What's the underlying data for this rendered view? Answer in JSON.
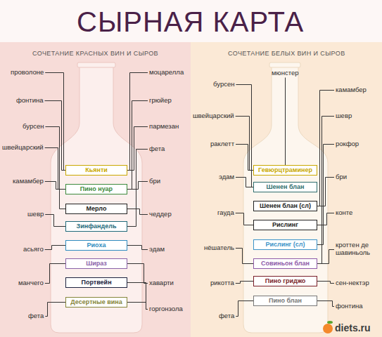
{
  "diagram": {
    "title": "СЫРНАЯ КАРТА",
    "nodes": [
      {
        "text": [
          "проволоне"
        ]
      },
      {
        "text": [
          "моцарелла"
        ]
      },
      {
        "text": [
          "фонтина"
        ]
      },
      {
        "text": [
          "грюйер"
        ]
      },
      {
        "text": [
          "бурсен"
        ]
      },
      {
        "text": [
          "пармезан"
        ]
      },
      {
        "text": [
          "швейцарский"
        ]
      },
      {
        "text": [
          "фета"
        ]
      },
      {
        "text": [
          "Кьянти"
        ]
      },
      {
        "text": [
          "Пино нуар"
        ]
      },
      {
        "text": [
          "Мерло"
        ]
      },
      {
        "text": [
          "Зинфандель"
        ]
      },
      {
        "text": [
          "Риоха"
        ]
      },
      {
        "text": [
          "Шираз"
        ]
      },
      {
        "text": [
          "Портвейн"
        ]
      },
      {
        "text": [
          "Десертные вина"
        ]
      },
      {
        "text": [
          "камамбер"
        ]
      },
      {
        "text": [
          "бри"
        ]
      },
      {
        "text": [
          "шевр"
        ]
      },
      {
        "text": [
          "чеддер"
        ]
      },
      {
        "text": [
          "асьяго"
        ]
      },
      {
        "text": [
          "эдам"
        ]
      },
      {
        "text": [
          "манчего"
        ]
      },
      {
        "text": [
          "хаварти"
        ]
      },
      {
        "text": [
          "фета"
        ]
      },
      {
        "text": [
          "горгонзола"
        ]
      },
      {
        "text": [
          "мюнстер"
        ]
      },
      {
        "text": [
          "бурсен"
        ]
      },
      {
        "text": [
          "камамбер"
        ]
      },
      {
        "text": [
          "швейцарский"
        ]
      },
      {
        "text": [
          "шевр"
        ]
      },
      {
        "text": [
          "раклетт"
        ]
      },
      {
        "text": [
          "рокфор"
        ]
      },
      {
        "text": [
          "Гевюрцтраминер"
        ]
      },
      {
        "text": [
          "Шенен блан"
        ]
      },
      {
        "text": [
          "Шенен блан (сл)"
        ]
      },
      {
        "text": [
          "Рислинг"
        ]
      },
      {
        "text": [
          "Рислинг (сл)"
        ]
      },
      {
        "text": [
          "Совиньон блан"
        ]
      },
      {
        "text": [
          "Пино гриджо"
        ]
      },
      {
        "text": [
          "Пино блан"
        ]
      },
      {
        "text": [
          "эдам"
        ]
      },
      {
        "text": [
          "бри"
        ]
      },
      {
        "text": [
          "гауда"
        ]
      },
      {
        "text": [
          "конте"
        ]
      },
      {
        "text": [
          "нёшатель"
        ]
      },
      {
        "text": [
          "кроттен де шавиньоль"
        ]
      },
      {
        "text": [
          "рикотта"
        ]
      },
      {
        "text": [
          "сен-нектэр"
        ]
      },
      {
        "text": [
          "фета"
        ]
      },
      {
        "text": [
          "фонтина"
        ]
      }
    ],
    "edges": [
      {
        "from": 0,
        "to": 8,
        "arrow": "none"
      },
      {
        "from": 1,
        "to": 8,
        "arrow": "none"
      },
      {
        "from": 2,
        "to": 8,
        "arrow": "none"
      },
      {
        "from": 3,
        "to": 9,
        "arrow": "none"
      },
      {
        "from": 4,
        "to": 10,
        "arrow": "none"
      },
      {
        "from": 5,
        "to": 8,
        "arrow": "none"
      },
      {
        "from": 6,
        "to": 9,
        "arrow": "none"
      },
      {
        "from": 7,
        "to": 11,
        "arrow": "none"
      },
      {
        "from": 16,
        "to": 9,
        "arrow": "none"
      },
      {
        "from": 17,
        "to": 9,
        "arrow": "none"
      },
      {
        "from": 18,
        "to": 11,
        "arrow": "none"
      },
      {
        "from": 19,
        "to": 10,
        "arrow": "none"
      },
      {
        "from": 20,
        "to": 12,
        "arrow": "none"
      },
      {
        "from": 21,
        "to": 12,
        "arrow": "none"
      },
      {
        "from": 22,
        "to": 13,
        "arrow": "none"
      },
      {
        "from": 23,
        "to": 13,
        "arrow": "none"
      },
      {
        "from": 24,
        "to": 15,
        "arrow": "none"
      },
      {
        "from": 25,
        "to": 14,
        "arrow": "none"
      },
      {
        "from": 25,
        "to": 15,
        "arrow": "none"
      },
      {
        "from": 26,
        "to": 33,
        "arrow": "none"
      },
      {
        "from": 27,
        "to": 34,
        "arrow": "none"
      },
      {
        "from": 28,
        "to": 35,
        "arrow": "none"
      },
      {
        "from": 29,
        "to": 33,
        "arrow": "none"
      },
      {
        "from": 30,
        "to": 38,
        "arrow": "none"
      },
      {
        "from": 31,
        "to": 33,
        "arrow": "none"
      },
      {
        "from": 32,
        "to": 37,
        "arrow": "none"
      },
      {
        "from": 41,
        "to": 34,
        "arrow": "none"
      },
      {
        "from": 42,
        "to": 35,
        "arrow": "none"
      },
      {
        "from": 43,
        "to": 36,
        "arrow": "none"
      },
      {
        "from": 44,
        "to": 36,
        "arrow": "none"
      },
      {
        "from": 45,
        "to": 38,
        "arrow": "none"
      },
      {
        "from": 46,
        "to": 38,
        "arrow": "none"
      },
      {
        "from": 47,
        "to": 39,
        "arrow": "none"
      },
      {
        "from": 48,
        "to": 39,
        "arrow": "none"
      },
      {
        "from": 49,
        "to": 40,
        "arrow": "none"
      },
      {
        "from": 50,
        "to": 40,
        "arrow": "none"
      }
    ],
    "labels": [
      "СОЧЕТАНИЕ КРАСНЫХ ВИН И СЫРОВ",
      "СОЧЕТАНИЕ БЕЛЫХ ВИН И СЫРОВ",
      "diets.ru"
    ]
  }
}
